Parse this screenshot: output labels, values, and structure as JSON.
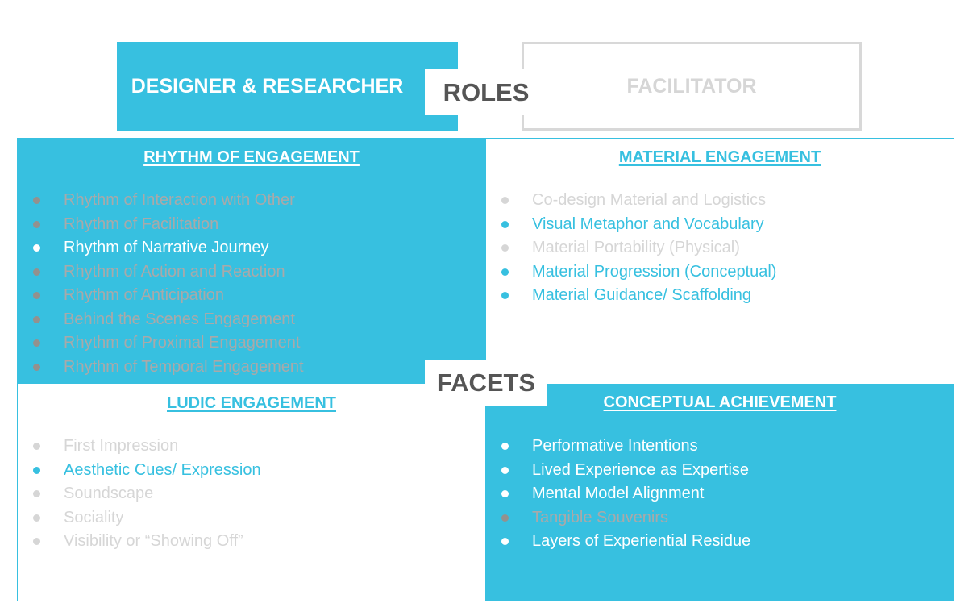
{
  "roles": {
    "label": "ROLES",
    "left": "DESIGNER & RESEARCHER",
    "right": "FACILITATOR"
  },
  "facets_label": "FACETS",
  "quadrants": {
    "rhythm": {
      "title": "RHYTHM OF ENGAGEMENT",
      "items": [
        {
          "text": "Rhythm of Interaction with Other",
          "state": "dim"
        },
        {
          "text": "Rhythm of Facilitation",
          "state": "dim"
        },
        {
          "text": "Rhythm of Narrative Journey",
          "state": "highlight"
        },
        {
          "text": "Rhythm of Action and Reaction",
          "state": "dim"
        },
        {
          "text": "Rhythm of Anticipation",
          "state": "dim"
        },
        {
          "text": "Behind the Scenes Engagement",
          "state": "dim"
        },
        {
          "text": "Rhythm of Proximal Engagement",
          "state": "dim"
        },
        {
          "text": "Rhythm of Temporal Engagement",
          "state": "dim"
        }
      ]
    },
    "material": {
      "title": "MATERIAL  ENGAGEMENT",
      "items": [
        {
          "text": "Co-design Material and Logistics",
          "state": "dim"
        },
        {
          "text": "Visual Metaphor and Vocabulary",
          "state": "highlight"
        },
        {
          "text": "Material Portability (Physical)",
          "state": "dim"
        },
        {
          "text": "Material Progression (Conceptual)",
          "state": "highlight"
        },
        {
          "text": "Material Guidance/ Scaffolding",
          "state": "highlight"
        }
      ]
    },
    "ludic": {
      "title": "LUDIC  ENGAGEMENT",
      "items": [
        {
          "text": "First Impression",
          "state": "dim"
        },
        {
          "text": "Aesthetic Cues/ Expression",
          "state": "highlight"
        },
        {
          "text": "Soundscape",
          "state": "dim"
        },
        {
          "text": "Sociality",
          "state": "dim"
        },
        {
          "text": "Visibility or “Showing Off”",
          "state": "dim"
        }
      ]
    },
    "conceptual": {
      "title": "CONCEPTUAL ACHIEVEMENT",
      "items": [
        {
          "text": "Performative Intentions",
          "state": "highlight"
        },
        {
          "text": "Lived Experience as Expertise",
          "state": "highlight"
        },
        {
          "text": "Mental Model Alignment",
          "state": "highlight"
        },
        {
          "text": "Tangible Souvenirs",
          "state": "dim"
        },
        {
          "text": "Layers of Experiential Residue",
          "state": "highlight"
        }
      ]
    }
  },
  "colors": {
    "accent": "#37c0e0",
    "muted": "#d6d6d6",
    "label": "#555555"
  }
}
